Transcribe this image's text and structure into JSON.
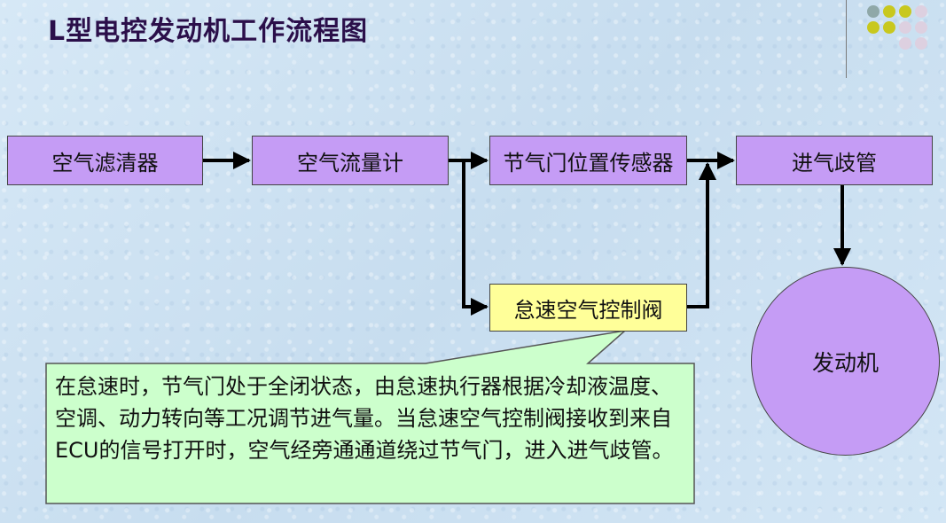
{
  "title": "L型电控发动机工作流程图",
  "colors": {
    "box_fill": "#c59cf5",
    "idle_fill": "#ffff99",
    "callout_fill": "#ccffcc",
    "arrow": "#000000"
  },
  "decoration": {
    "dots": [
      {
        "color": "#8fa8a8"
      },
      {
        "color": "#c8c81e"
      },
      {
        "color": "#c8c81e"
      },
      {
        "color": "#ddd0e0"
      },
      {
        "color": "#c8c81e"
      },
      {
        "color": "#c8c81e"
      },
      {
        "color": "#ddd0e0"
      },
      {
        "color": "#ddd0e0"
      },
      {
        "color": "#ddd0e0"
      },
      {
        "color": "#ddd0e0"
      }
    ]
  },
  "nodes": {
    "air_filter": "空气滤清器",
    "air_flow_meter": "空气流量计",
    "throttle_sensor": "节气门位置传感器",
    "intake_manifold": "进气歧管",
    "idle_valve": "怠速空气控制阀",
    "engine": "发动机"
  },
  "callout": {
    "text": "在怠速时，节气门处于全闭状态，由怠速执行器根据冷却液温度、空调、动力转向等工况调节进气量。当怠速空气控制阀接收到来自ECU的信号打开时，空气经旁通通道绕过节气门，进入进气歧管。"
  }
}
